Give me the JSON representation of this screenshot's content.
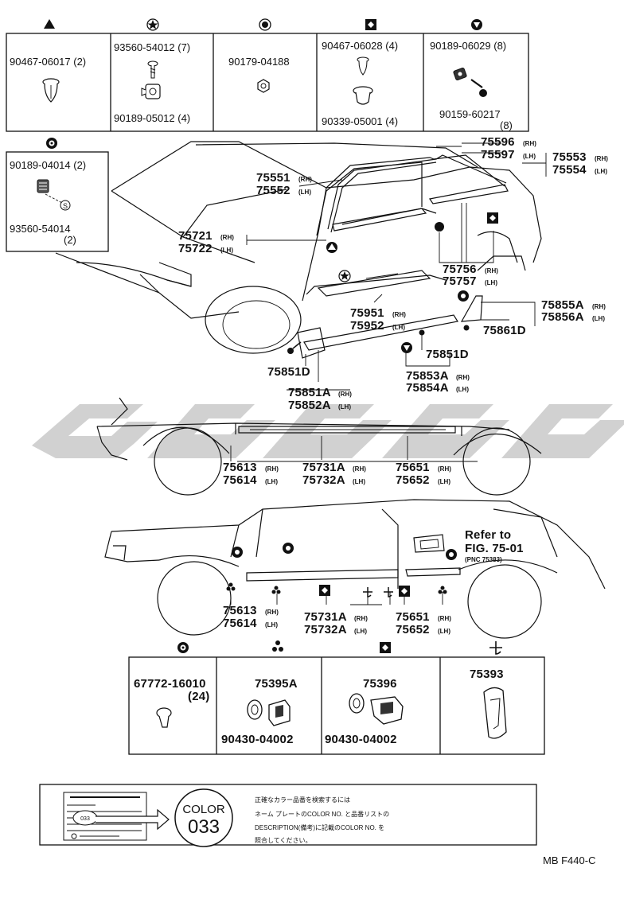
{
  "top_fasteners": [
    {
      "symbol": "triangle",
      "parts": [
        "90467-06017 (2)"
      ]
    },
    {
      "symbol": "star",
      "parts": [
        "93560-54012 (7)",
        "90189-05012 (4)"
      ]
    },
    {
      "symbol": "dot",
      "parts": [
        "90179-04188"
      ]
    },
    {
      "symbol": "diamond",
      "parts": [
        "90467-06028 (4)",
        "90339-05001 (4)"
      ]
    },
    {
      "symbol": "down-triangle",
      "parts": [
        "90189-06029 (8)",
        "90159-60217",
        "(8)"
      ]
    }
  ],
  "left_box": {
    "symbol": "ring",
    "parts": [
      "90189-04014 (2)",
      "S",
      "93560-54014",
      "(2)"
    ]
  },
  "upper_callouts": [
    {
      "pn": "75596",
      "side": "(RH)"
    },
    {
      "pn": "75597",
      "side": "(LH)"
    },
    {
      "pn": "75553",
      "side": "(RH)"
    },
    {
      "pn": "75554",
      "side": "(LH)"
    },
    {
      "pn": "75551",
      "side": "(RH)"
    },
    {
      "pn": "75552",
      "side": "(LH)"
    },
    {
      "pn": "75721",
      "side": "(RH)"
    },
    {
      "pn": "75722",
      "side": "(LH)"
    },
    {
      "pn": "75756",
      "side": "(RH)"
    },
    {
      "pn": "75757",
      "side": "(LH)"
    },
    {
      "pn": "75855A",
      "side": "(RH)"
    },
    {
      "pn": "75856A",
      "side": "(LH)"
    },
    {
      "pn": "75861D",
      "side": ""
    },
    {
      "pn": "75951",
      "side": "(RH)"
    },
    {
      "pn": "75952",
      "side": "(LH)"
    },
    {
      "pn": "75851D",
      "side": ""
    },
    {
      "pn": "75851D",
      "side": ""
    },
    {
      "pn": "75853A",
      "side": "(RH)"
    },
    {
      "pn": "75854A",
      "side": "(LH)"
    },
    {
      "pn": "75851A",
      "side": "(RH)"
    },
    {
      "pn": "75852A",
      "side": "(LH)"
    }
  ],
  "middle_callouts": [
    {
      "pn": "75613",
      "side": "(RH)"
    },
    {
      "pn": "75614",
      "side": "(LH)"
    },
    {
      "pn": "75731A",
      "side": "(RH)"
    },
    {
      "pn": "75732A",
      "side": "(LH)"
    },
    {
      "pn": "75651",
      "side": "(RH)"
    },
    {
      "pn": "75652",
      "side": "(LH)"
    }
  ],
  "lower_callouts": [
    {
      "pn": "75613",
      "side": "(RH)"
    },
    {
      "pn": "75614",
      "side": "(LH)"
    },
    {
      "pn": "75731A",
      "side": "(RH)"
    },
    {
      "pn": "75732A",
      "side": "(LH)"
    },
    {
      "pn": "75651",
      "side": "(RH)"
    },
    {
      "pn": "75652",
      "side": "(LH)"
    }
  ],
  "refer": {
    "line1": "Refer to",
    "line2": "FIG. 75-01",
    "line3": "(PNC 75383)"
  },
  "bottom_fasteners": [
    {
      "symbol": "ring",
      "parts": [
        "67772-16010",
        "(24)"
      ]
    },
    {
      "symbol": "three-dots",
      "parts": [
        "75395A",
        "90430-04002"
      ]
    },
    {
      "symbol": "diamond",
      "parts": [
        "75396",
        "90430-04002"
      ]
    },
    {
      "symbol": "clip",
      "parts": [
        "75393"
      ]
    }
  ],
  "color_note": {
    "badge_line1": "COLOR",
    "badge_line2": "033",
    "plate_small": "033",
    "jp_lines": [
      "正確なカラー品番を検索するには",
      "ネーム プレートのCOLOR NO. と品番リストの",
      "DESCRIPTION(備考)に記載のCOLOR NO. を",
      "照合してください。"
    ]
  },
  "figure_code": "MB F440-C",
  "colors": {
    "ink": "#111111",
    "watermark": "#c9c9c9"
  }
}
